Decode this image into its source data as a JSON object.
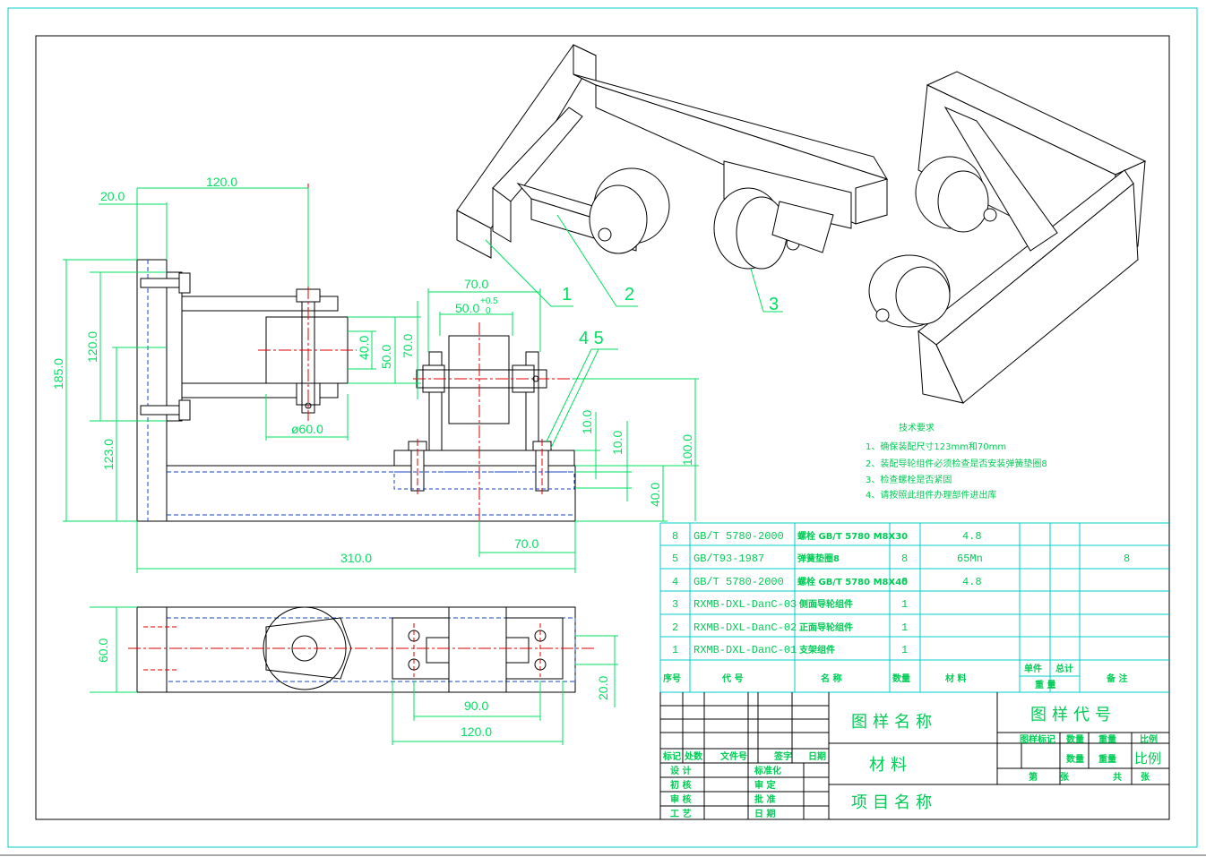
{
  "colors": {
    "geometry": "#000000",
    "dimension": "#00e060",
    "centerline": "#e00000",
    "frame": "#00cccc",
    "hidden": "#1a44c0"
  },
  "dimensions": {
    "top_20": "20.0",
    "top_120": "120.0",
    "left_185": "185.0",
    "left_120": "120.0",
    "left_123": "123.0",
    "w70": "70.0",
    "w50": "50.0",
    "tol_plus": "+0.5",
    "tol_zero": "0",
    "h40": "40.0",
    "h50": "50.0",
    "h70": "70.0",
    "dia60": "ø60.0",
    "h10a": "10.0",
    "h10b": "10.0",
    "h100": "100.0",
    "h40b": "40.0",
    "w70b": "70.0",
    "w310": "310.0",
    "v60": "60.0",
    "v20": "20.0",
    "w90": "90.0",
    "w120": "120.0"
  },
  "callouts": {
    "c45": "4 5",
    "c1": "1",
    "c2": "2",
    "c3": "3"
  },
  "tech_notes": {
    "title": "技术要求",
    "items": [
      "1、确保装配尺寸123mm和70mm",
      "2、装配导轮组件必须检查是否安装弹簧垫圈8",
      "3、检查螺栓是否紧固",
      "4、请按照此组件办理部件进出库"
    ]
  },
  "bom": {
    "rows": [
      {
        "no": "8",
        "code": "GB/T 5780-2000",
        "name": "螺栓 GB/T 5780 M8X30",
        "qty": "",
        "material": "4.8",
        "remark": ""
      },
      {
        "no": "5",
        "code": "GB/T93-1987",
        "name": "弹簧垫圈8",
        "qty": "8",
        "material": "65Mn",
        "remark": "8"
      },
      {
        "no": "4",
        "code": "GB/T 5780-2000",
        "name": "螺栓 GB/T 5780 M8X40",
        "qty": "8",
        "material": "4.8",
        "remark": ""
      },
      {
        "no": "3",
        "code": "RXMB-DXL-DanC-03",
        "name": "侧面导轮组件",
        "qty": "1",
        "material": "",
        "remark": ""
      },
      {
        "no": "2",
        "code": "RXMB-DXL-DanC-02",
        "name": "正面导轮组件",
        "qty": "1",
        "material": "",
        "remark": ""
      },
      {
        "no": "1",
        "code": "RXMB-DXL-DanC-01",
        "name": "支架组件",
        "qty": "1",
        "material": "",
        "remark": ""
      }
    ],
    "headers": {
      "no": "序号",
      "code": "代  号",
      "name": "名  称",
      "qty": "数量",
      "material": "材  料",
      "unit": "单件",
      "total": "总计",
      "weight": "重  量",
      "remark": "备  注"
    }
  },
  "title_block": {
    "drawing_name": "图样名称",
    "drawing_code": "图样代号",
    "material": "材料",
    "project": "项目名称",
    "stage_mark": "图样标记",
    "quantity": "数量",
    "weight": "重量",
    "scale": "比例",
    "quantity2": "数量",
    "weight2": "重量",
    "scale2": "比例",
    "sheet_no": "第",
    "sheet_unit": "张",
    "total": "共",
    "total_unit": "张",
    "rev_mark": "标记",
    "rev_count": "处数",
    "doc_no": "文件号",
    "signature": "签字",
    "date": "日期",
    "design": "设  计",
    "standard": "标准化",
    "check": "初  核",
    "review": "审  定",
    "audit": "审  核",
    "approve": "批  准",
    "process": "工  艺",
    "date2": "日  期"
  }
}
